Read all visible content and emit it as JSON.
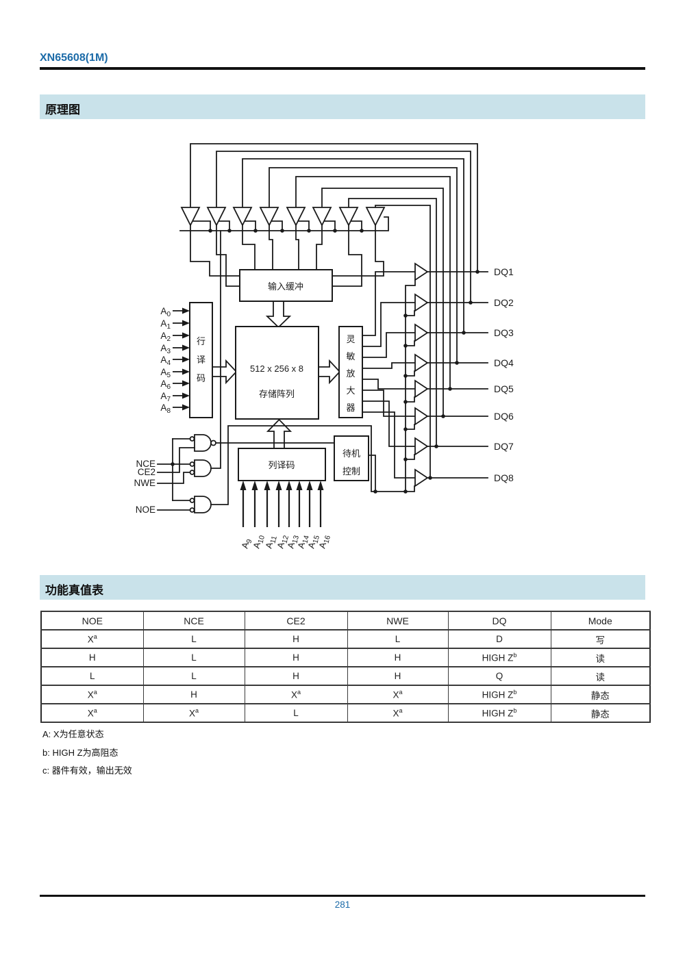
{
  "page": {
    "title": "XN65608(1M)",
    "page_number": "281"
  },
  "sections": {
    "schematic": "原理图",
    "truth_table": "功能真值表"
  },
  "diagram": {
    "input_buffer": "输入缓冲",
    "row_decoder": "行译码",
    "array_line1": "512 x 256 x 8",
    "array_line2": "存储阵列",
    "sense_amp": "灵敏放大器",
    "standby_line1": "待机",
    "standby_line2": "控制",
    "column_decoder": "列译码",
    "control_labels": [
      "NCE",
      "CE2",
      "NWE",
      "NOE"
    ],
    "address_low": [
      "A0",
      "A1",
      "A2",
      "A3",
      "A4",
      "A5",
      "A6",
      "A7",
      "A8"
    ],
    "address_high": [
      "A9",
      "A10",
      "A11",
      "A12",
      "A13",
      "A14",
      "A15",
      "A16"
    ],
    "dq_labels": [
      "DQ1",
      "DQ2",
      "DQ3",
      "DQ4",
      "DQ5",
      "DQ6",
      "DQ7",
      "DQ8"
    ]
  },
  "table": {
    "headers": [
      "NOE",
      "NCE",
      "CE2",
      "NWE",
      "DQ",
      "Mode"
    ],
    "rows": [
      [
        "X^a",
        "L",
        "H",
        "L",
        "D",
        "写"
      ],
      [
        "H",
        "L",
        "H",
        "H",
        "HIGH Z^b",
        "读"
      ],
      [
        "L",
        "L",
        "H",
        "H",
        "Q",
        "读"
      ],
      [
        "X^a",
        "H",
        "X^a",
        "X^a",
        "HIGH Z^b",
        "静态"
      ],
      [
        "X^a",
        "X^a",
        "L",
        "X^a",
        "HIGH Z^b",
        "静态"
      ]
    ]
  },
  "footnotes": [
    "A:  X为任意状态",
    "b:  HIGH Z为高阻态",
    "c:  器件有效，输出无效"
  ],
  "colors": {
    "accent_blue": "#1c6ba8",
    "band_blue": "#c9e2ea",
    "ink": "#1a1a1a"
  }
}
